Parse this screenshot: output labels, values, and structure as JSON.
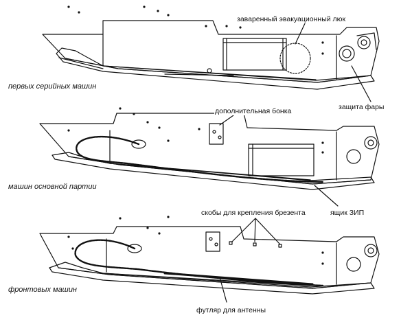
{
  "panels": [
    {
      "caption": "первых серийных машин",
      "callouts": [
        "заваренный эвакуационный люк",
        "защита фары"
      ]
    },
    {
      "caption": "машин основной партии",
      "callouts": [
        "дополнительная бонка",
        "ящик ЗИП"
      ]
    },
    {
      "caption": "фронтовых машин",
      "callouts": [
        "скобы для крепления брезента",
        "футляр для антенны"
      ]
    }
  ],
  "colors": {
    "ink": "#111111",
    "paper": "#ffffff"
  }
}
